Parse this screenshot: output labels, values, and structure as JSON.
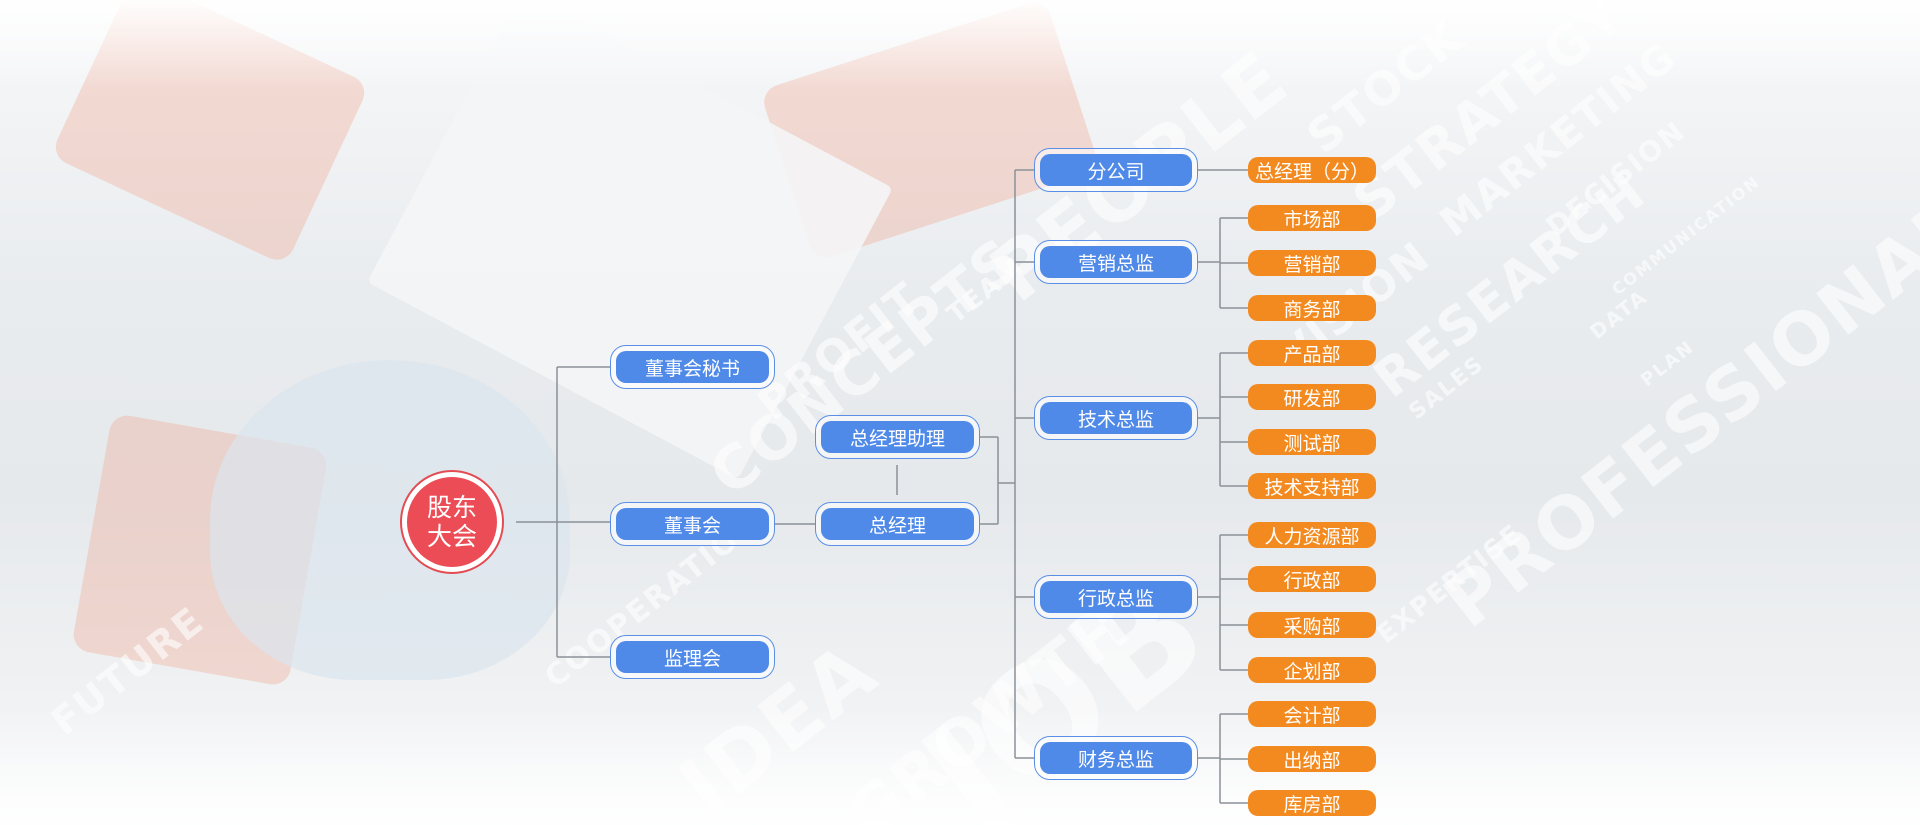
{
  "root": {
    "label": "股东\n大会",
    "color": "#ec4c55"
  },
  "level1": {
    "secretary": "董事会秘书",
    "board": "董事会",
    "supervisory": "监理会"
  },
  "level2": {
    "gm_assistant": "总经理助理",
    "gm": "总经理"
  },
  "directors": [
    {
      "label": "分公司",
      "departments": [
        "总经理（分）"
      ]
    },
    {
      "label": "营销总监",
      "departments": [
        "市场部",
        "营销部",
        "商务部"
      ]
    },
    {
      "label": "技术总监",
      "departments": [
        "产品部",
        "研发部",
        "测试部",
        "技术支持部"
      ]
    },
    {
      "label": "行政总监",
      "departments": [
        "人力资源部",
        "行政部",
        "采购部",
        "企划部"
      ]
    },
    {
      "label": "财务总监",
      "departments": [
        "会计部",
        "出纳部",
        "库房部"
      ]
    }
  ],
  "colors": {
    "blue": "#4f8ae8",
    "orange": "#f38a1f",
    "red": "#ec4c55",
    "line": "#8a9198"
  },
  "background_words": [
    "PEOPLE",
    "STOCK",
    "STRATEGY",
    "MARKETING",
    "DECISION",
    "CONCEPTS",
    "PROFIT",
    "TEAM",
    "JOB",
    "VISION",
    "RESEARCH",
    "PROFESSIONAL",
    "GROWTH",
    "IDEA",
    "FUTURE",
    "COOPERATION",
    "EXPERTISE",
    "SALES",
    "DATA",
    "PLAN",
    "COMMUNICATION"
  ]
}
